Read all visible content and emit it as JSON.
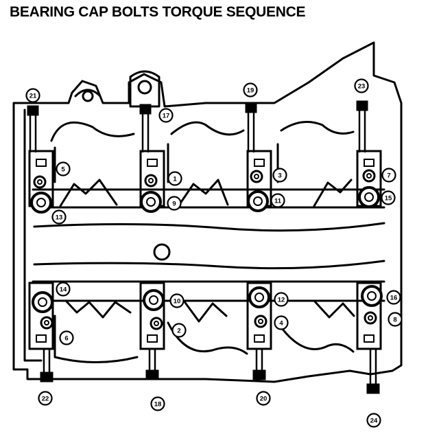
{
  "title": "BEARING CAP BOLTS TORQUE SEQUENCE",
  "bolts": [
    {
      "n": "1"
    },
    {
      "n": "2"
    },
    {
      "n": "3"
    },
    {
      "n": "4"
    },
    {
      "n": "5"
    },
    {
      "n": "6"
    },
    {
      "n": "7"
    },
    {
      "n": "8"
    },
    {
      "n": "9"
    },
    {
      "n": "10"
    },
    {
      "n": "11"
    },
    {
      "n": "12"
    },
    {
      "n": "13"
    },
    {
      "n": "14"
    },
    {
      "n": "15"
    },
    {
      "n": "16"
    },
    {
      "n": "17"
    },
    {
      "n": "18"
    },
    {
      "n": "19"
    },
    {
      "n": "20"
    },
    {
      "n": "21"
    },
    {
      "n": "22"
    },
    {
      "n": "23"
    },
    {
      "n": "24"
    }
  ]
}
